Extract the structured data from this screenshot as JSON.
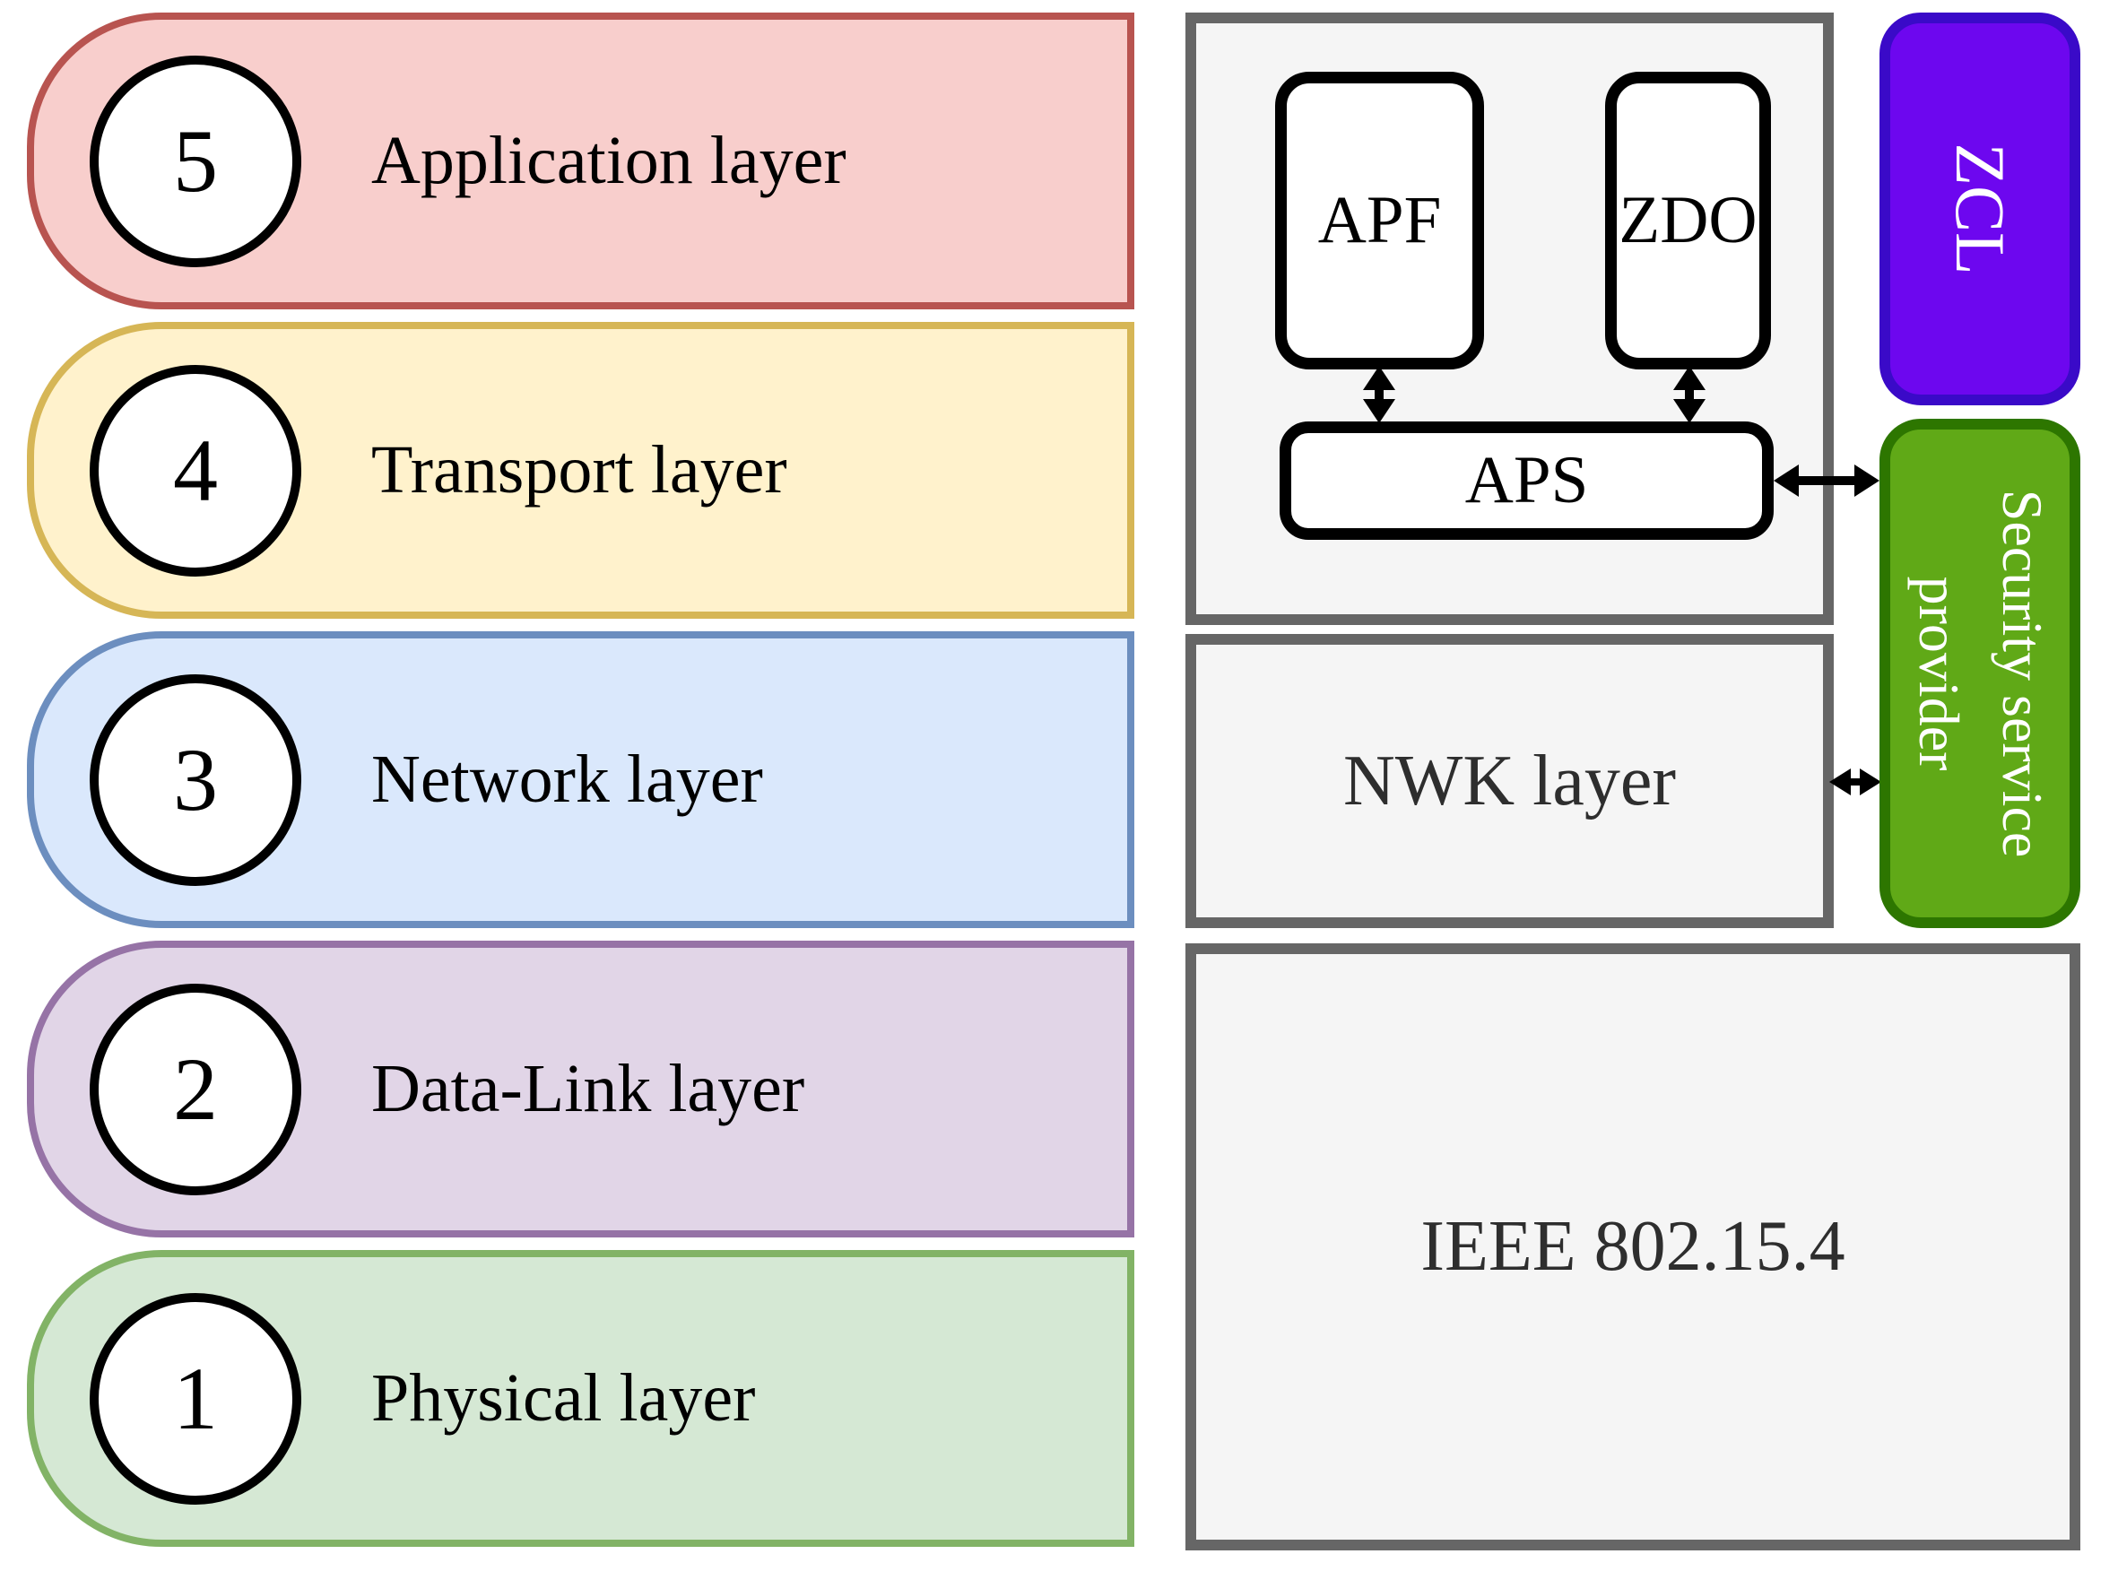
{
  "osi_layers": [
    {
      "number": "5",
      "label": "Application layer",
      "fill": "#F8CECC",
      "stroke": "#B85450"
    },
    {
      "number": "4",
      "label": "Transport layer",
      "fill": "#FFF2CC",
      "stroke": "#D6B656"
    },
    {
      "number": "3",
      "label": "Network layer",
      "fill": "#DAE8FC",
      "stroke": "#6C8EBF"
    },
    {
      "number": "2",
      "label": "Data-Link layer",
      "fill": "#E1D5E7",
      "stroke": "#9673A6"
    },
    {
      "number": "1",
      "label": "Physical layer",
      "fill": "#D5E8D4",
      "stroke": "#82B366"
    }
  ],
  "zigbee_stack": {
    "apf_label": "APF",
    "zdo_label": "ZDO",
    "aps_label": "APS",
    "nwk_label": "NWK layer",
    "ieee_label": "IEEE 802.15.4",
    "zcl_label": "ZCL",
    "security_label": "Security service provider",
    "colors": {
      "container_fill": "#F5F5F5",
      "container_stroke": "#666666",
      "inner_box_fill": "#FFFFFF",
      "inner_box_stroke": "#000000",
      "zcl_fill": "#6D07EF",
      "zcl_stroke": "#3A0AC8",
      "security_fill": "#60A917",
      "security_stroke": "#2D7600"
    }
  }
}
